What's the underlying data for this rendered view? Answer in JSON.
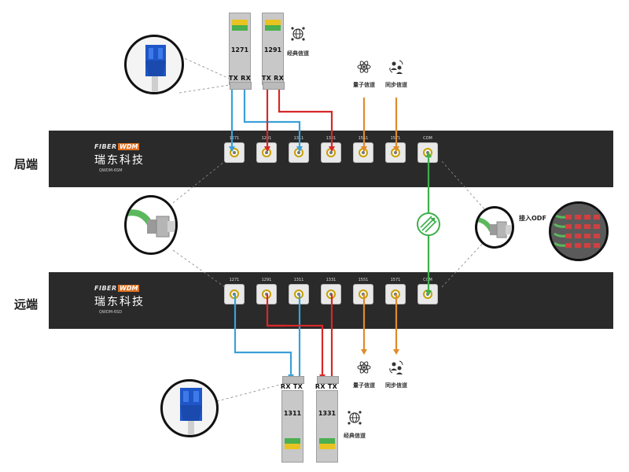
{
  "labels": {
    "bureau": "局端",
    "remote": "远端",
    "odf": "接入ODF"
  },
  "top_panel": {
    "logo_a": "FIBER",
    "logo_b": "WDM",
    "logo_c": "瑞东科技",
    "model": "QWDM-6SM",
    "ports": [
      "1271",
      "1291",
      "1311",
      "1331",
      "1551",
      "1571",
      "COM"
    ]
  },
  "bottom_panel": {
    "logo_a": "FIBER",
    "logo_b": "WDM",
    "logo_c": "瑞东科技",
    "model": "QWDM-6SD",
    "ports": [
      "1271",
      "1291",
      "1311",
      "1331",
      "1551",
      "1571",
      "COM"
    ]
  },
  "top_sfps": [
    {
      "wavelength": "1271",
      "txrx": "TX RX"
    },
    {
      "wavelength": "1291",
      "txrx": "TX RX"
    }
  ],
  "bottom_sfps": [
    {
      "wavelength": "1311",
      "txrx": "RX TX"
    },
    {
      "wavelength": "1331",
      "txrx": "RX TX"
    }
  ],
  "channels": {
    "classic": "经典信道",
    "quantum": "量子信道",
    "sync": "同步信道"
  },
  "colors": {
    "blue": "#3aa0d8",
    "red": "#d62828",
    "orange": "#e08a2c",
    "green": "#3cb04a",
    "panel": "#2a2a2a",
    "yellow_band": "#e9c320",
    "green_band": "#4caf50"
  },
  "icons": [
    "network-icon",
    "atom-icon",
    "sync-people-icon",
    "fc-connector-icon",
    "lc-connector-icon",
    "odf-rack-icon",
    "wdm-arrow-icon"
  ]
}
